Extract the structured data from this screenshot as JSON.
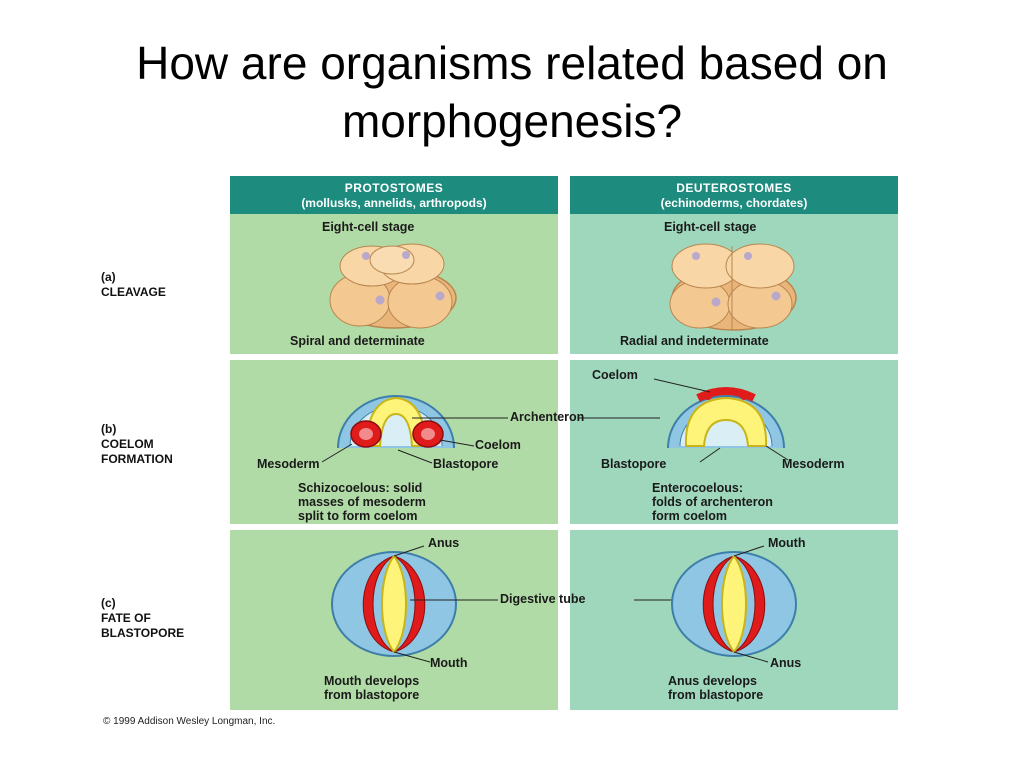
{
  "slide": {
    "title_line1": "How are organisms related based on",
    "title_line2": "morphogenesis?"
  },
  "columns": {
    "protostomes": {
      "heading": "PROTOSTOMES",
      "subheading": "(mollusks, annelids, arthropods)"
    },
    "deuterostomes": {
      "heading": "DEUTEROSTOMES",
      "subheading": "(echinoderms, chordates)"
    }
  },
  "rows": {
    "a": {
      "letter": "(a)",
      "line1": "CLEAVAGE"
    },
    "b": {
      "letter": "(b)",
      "line1": "COELOM",
      "line2": "FORMATION"
    },
    "c": {
      "letter": "(c)",
      "line1": "FATE OF",
      "line2": "BLASTOPORE"
    }
  },
  "cleavage": {
    "proto_stage": "Eight-cell stage",
    "proto_type": "Spiral and determinate",
    "deut_stage": "Eight-cell stage",
    "deut_type": "Radial and indeterminate"
  },
  "coelom": {
    "archenteron": "Archenteron",
    "proto_coelom": "Coelom",
    "proto_mesoderm": "Mesoderm",
    "proto_blastopore": "Blastopore",
    "proto_desc": [
      "Schizocoelous: solid",
      "masses of mesoderm",
      "split to form coelom"
    ],
    "deut_coelom": "Coelom",
    "deut_blastopore": "Blastopore",
    "deut_mesoderm": "Mesoderm",
    "deut_desc": [
      "Enterocoelous:",
      "folds of archenteron",
      "form coelom"
    ]
  },
  "blastopore": {
    "digestive_tube": "Digestive tube",
    "proto_top": "Anus",
    "proto_bottom": "Mouth",
    "proto_desc": [
      "Mouth develops",
      "from blastopore"
    ],
    "deut_top": "Mouth",
    "deut_bottom": "Anus",
    "deut_desc": [
      "Anus develops",
      "from blastopore"
    ]
  },
  "copyright": "© 1999 Addison Wesley Longman, Inc.",
  "colors": {
    "header": "#1d8b7d",
    "proto_panel": "#b1dba6",
    "deut_panel": "#9fd7bd",
    "ectoderm": "#8fc6e3",
    "endoderm": "#fff47a",
    "mesoderm": "#e01b1b",
    "embryo_cells": "#f2c48c"
  }
}
